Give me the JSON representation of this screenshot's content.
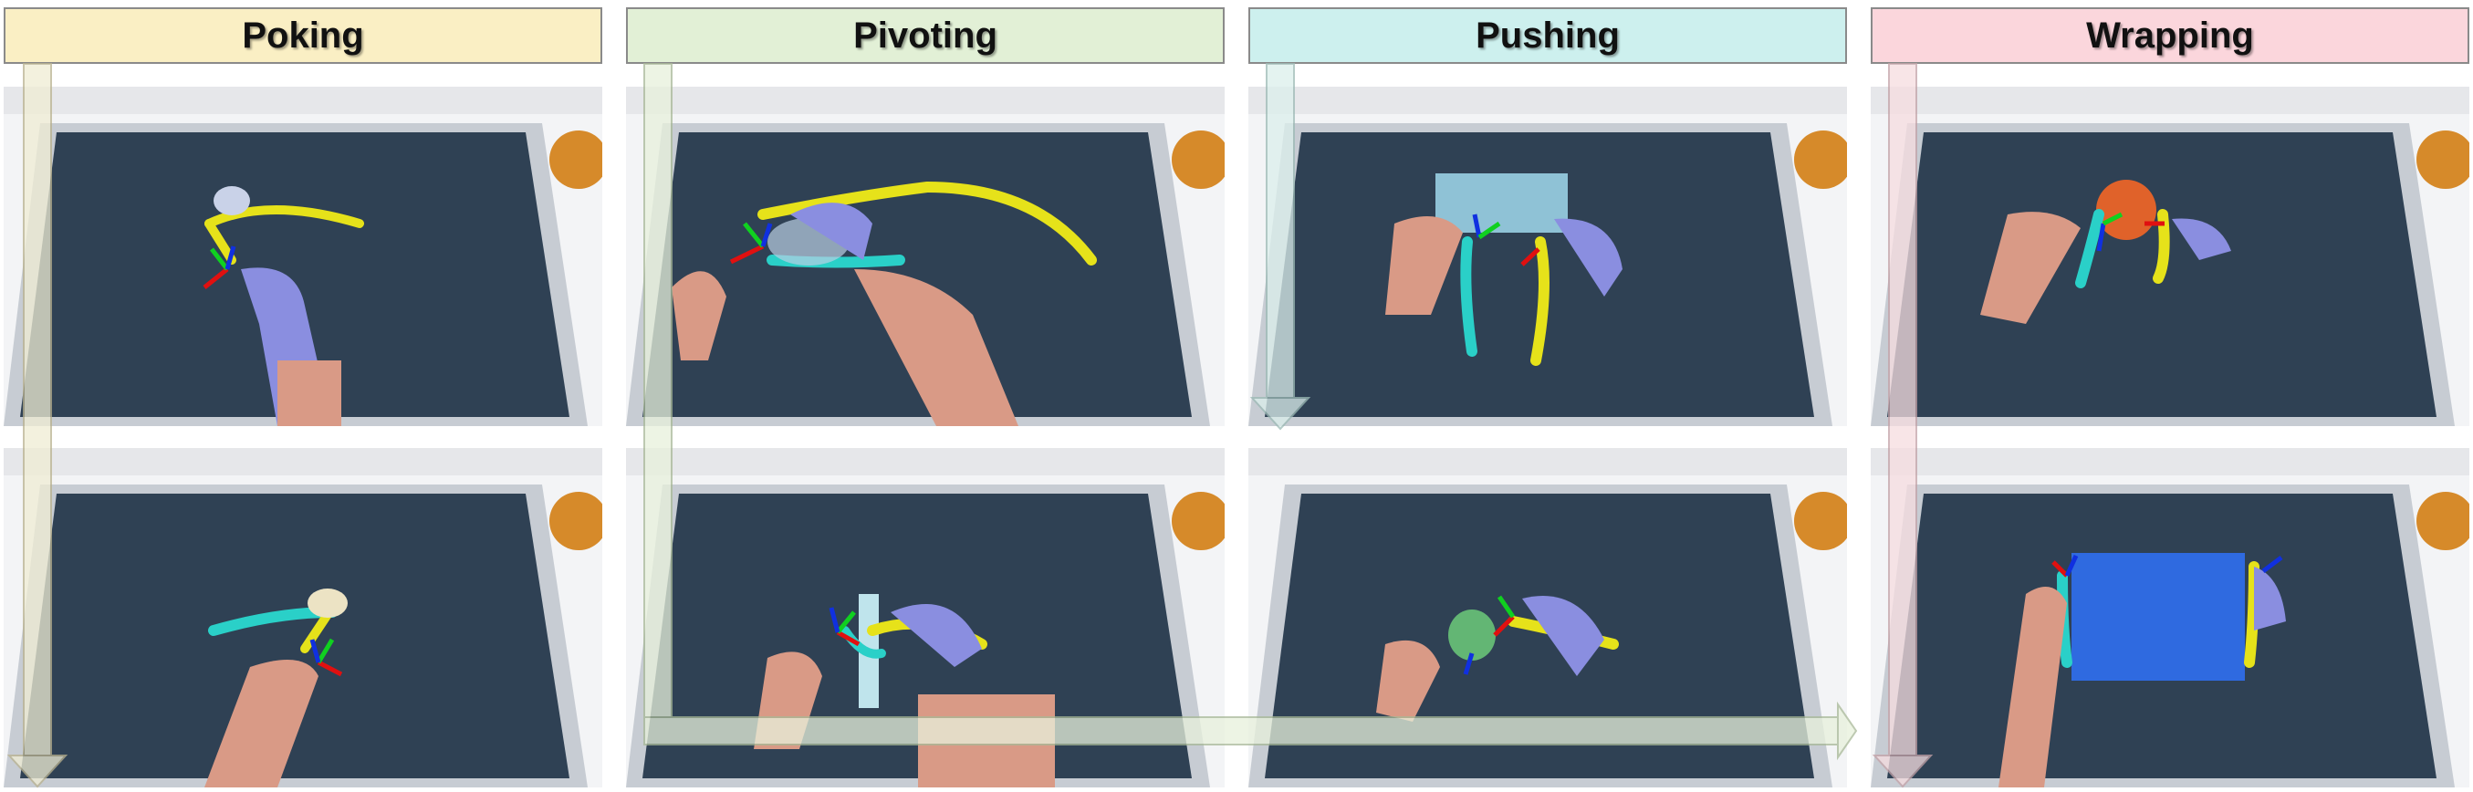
{
  "columns": [
    {
      "title": "Poking",
      "header_color": "#faefc4"
    },
    {
      "title": "Pivoting",
      "header_color": "#e2f0d6"
    },
    {
      "title": "Pushing",
      "header_color": "#cdf0ee"
    },
    {
      "title": "Wrapping",
      "header_color": "#fbd6dc"
    }
  ],
  "colors": {
    "mat": "#2f4154",
    "table_frame": "#d9dde3",
    "backdrop": "#f3f4f6",
    "trail_yellow": "#e6e21a",
    "trail_cyan": "#2ad0c8",
    "glove": "#8a8ee0",
    "skin": "#d99a86",
    "axis_red": "#e01010",
    "axis_green": "#10d020",
    "axis_blue": "#1030e0",
    "arrow_fill": "#e8e8c8"
  }
}
